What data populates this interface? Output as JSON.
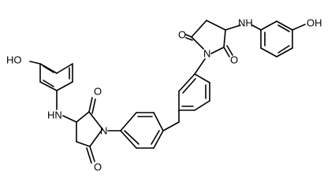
{
  "molecule": {
    "atom_labels": {
      "oh_left": "HO",
      "nh_left": "HN",
      "o_left_top": "O",
      "n_left": "N",
      "o_left_bottom": "O",
      "o_right_top": "O",
      "n_right": "N",
      "o_right_bottom": "O",
      "nh_right": "NH",
      "oh_right": "OH"
    }
  }
}
